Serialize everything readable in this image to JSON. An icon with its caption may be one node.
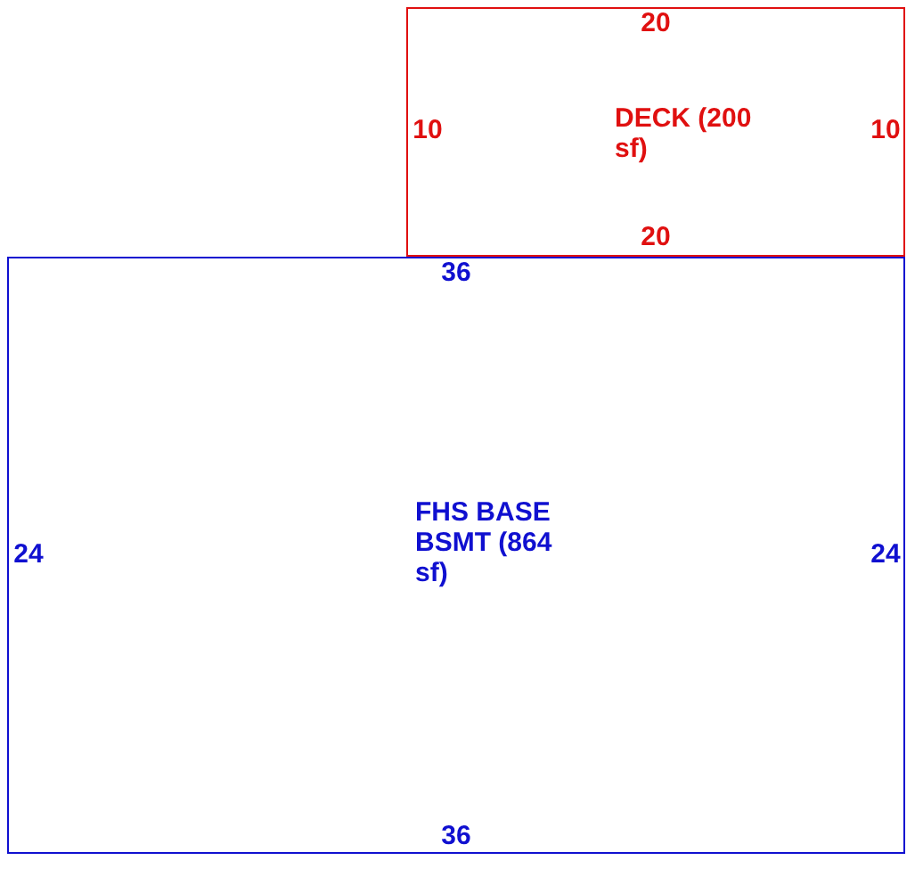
{
  "diagram": {
    "nodes": [
      {
        "text": [
          "DECK (200 sf)"
        ]
      },
      {
        "text": [
          "FHS BASE BSMT (864 sf)"
        ]
      }
    ],
    "labels": [
      "20",
      "10",
      "10",
      "20",
      "36",
      "24",
      "24",
      "36"
    ]
  }
}
